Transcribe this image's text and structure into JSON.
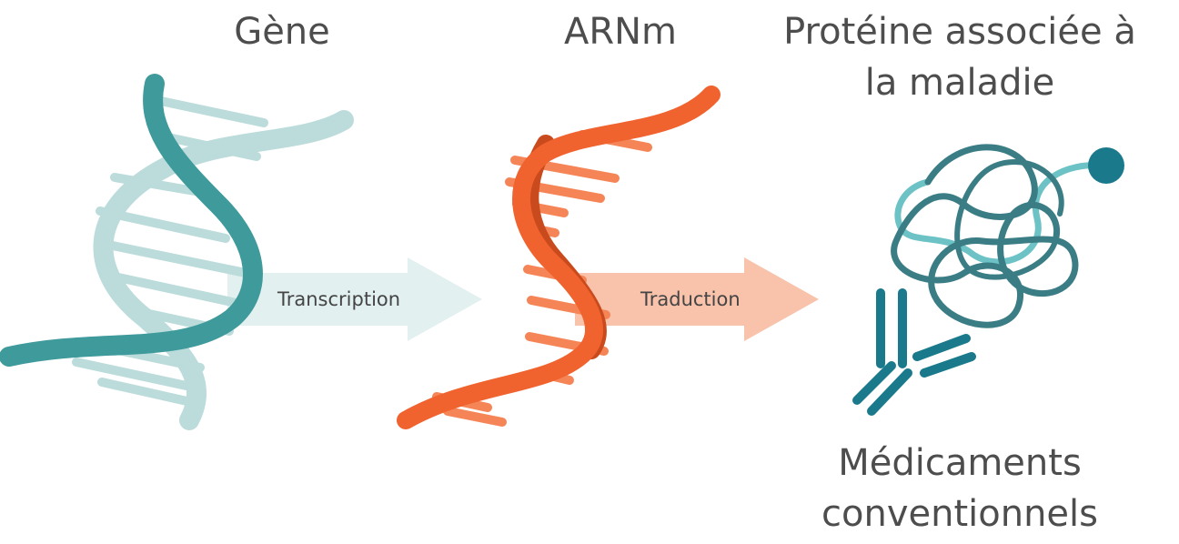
{
  "labels": {
    "gene": "Gène",
    "mrna": "ARNm",
    "protein_line1": "Protéine associée à",
    "protein_line2": "la maladie",
    "drugs_line1": "Médicaments",
    "drugs_line2": "conventionnels"
  },
  "arrows": {
    "transcription": "Transcription",
    "translation": "Traduction"
  },
  "colors": {
    "dna_dark": "#3f9a9c",
    "dna_light": "#bcdcdc",
    "rna_dark": "#c94a1c",
    "rna_bright": "#f0622e",
    "rna_rung": "#f58557",
    "arrow_transcription": "#e3f0f0",
    "arrow_translation": "#f8c2ab",
    "protein_dark": "#3b7d85",
    "protein_light": "#6cc2c5",
    "antibody": "#1a7a8c",
    "text": "#4d4d4d"
  }
}
